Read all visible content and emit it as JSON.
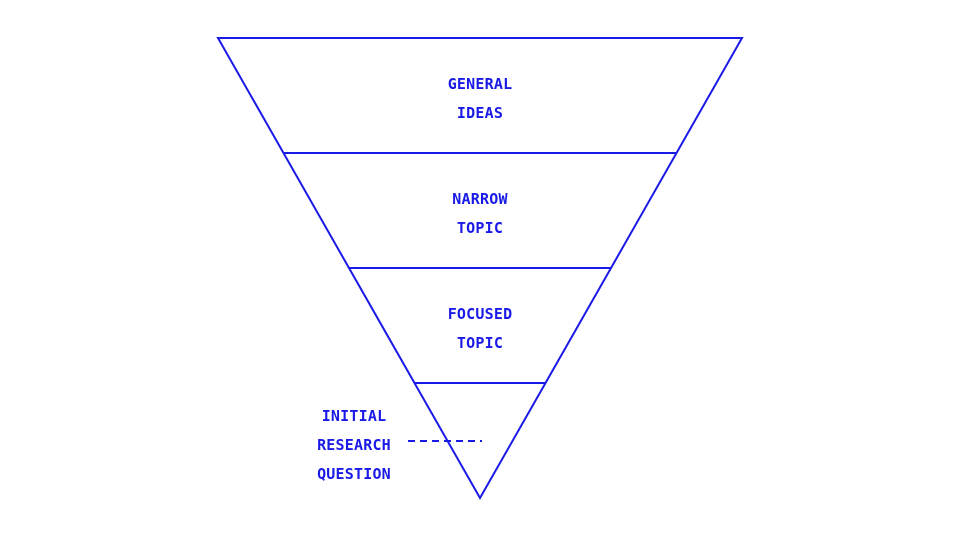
{
  "diagram": {
    "stroke_color": "#1a1ae6",
    "levels": [
      {
        "lines": [
          "GENERAL",
          "IDEAS"
        ]
      },
      {
        "lines": [
          "NARROW",
          "TOPIC"
        ]
      },
      {
        "lines": [
          "FOCUSED",
          "TOPIC"
        ]
      }
    ],
    "tip_label": {
      "lines": [
        "INITIAL",
        "RESEARCH",
        "QUESTION"
      ]
    }
  }
}
